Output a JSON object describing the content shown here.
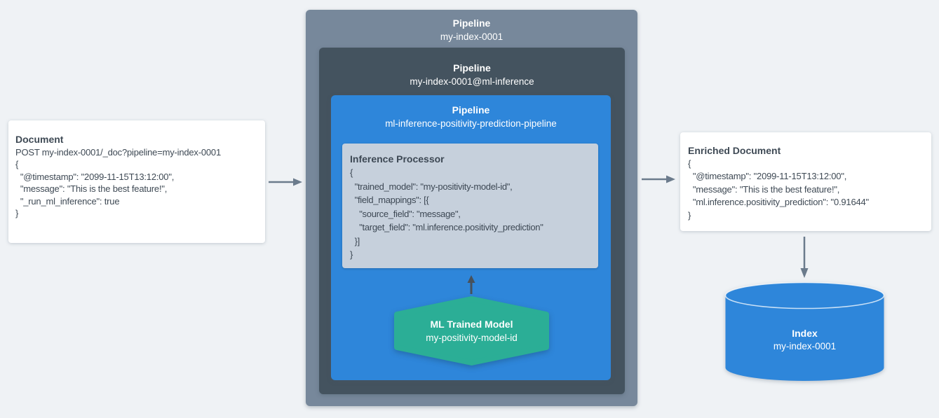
{
  "colors": {
    "background": "#eff2f5",
    "outer_pipeline_box": "#77889b",
    "ml_pipeline_box": "#44535f",
    "prediction_pipeline_box": "#2e86da",
    "processor_box": "#c6d0dc",
    "trained_model_hexagon": "#2bae96",
    "index_cylinder": "#2e86da",
    "document_card": "#ffffff",
    "arrow_gray": "#6b7b8c",
    "arrow_dark": "#47515b",
    "text_dark": "#3f4a55",
    "text_light": "#ffffff"
  },
  "document": {
    "title": "Document",
    "lines": [
      "POST my-index-0001/_doc?pipeline=my-index-0001",
      "{",
      "  \"@timestamp\": \"2099-11-15T13:12:00\",",
      "  \"message\": \"This is the best feature!\",",
      "  \"_run_ml_inference\": true",
      "}"
    ]
  },
  "outer_pipeline": {
    "title": "Pipeline",
    "name": "my-index-0001"
  },
  "ml_inference_pipeline": {
    "title": "Pipeline",
    "name": "my-index-0001@ml-inference"
  },
  "prediction_pipeline": {
    "title": "Pipeline",
    "name": "ml-inference-positivity-prediction-pipeline"
  },
  "inference_processor": {
    "title": "Inference Processor",
    "lines": [
      "{",
      "  \"trained_model\": \"my-positivity-model-id\",",
      "  \"field_mappings\": [{",
      "    \"source_field\": \"message\",",
      "    \"target_field\": \"ml.inference.positivity_prediction\"",
      "  }]",
      "}"
    ]
  },
  "trained_model": {
    "title": "ML Trained Model",
    "name": "my-positivity-model-id"
  },
  "enriched_document": {
    "title": "Enriched Document",
    "lines": [
      "{",
      "  \"@timestamp\": \"2099-11-15T13:12:00\",",
      "  \"message\": \"This is the best feature!\",",
      "  \"ml.inference.positivity_prediction\": \"0.91644\"",
      "}"
    ]
  },
  "index": {
    "title": "Index",
    "name": "my-index-0001"
  }
}
